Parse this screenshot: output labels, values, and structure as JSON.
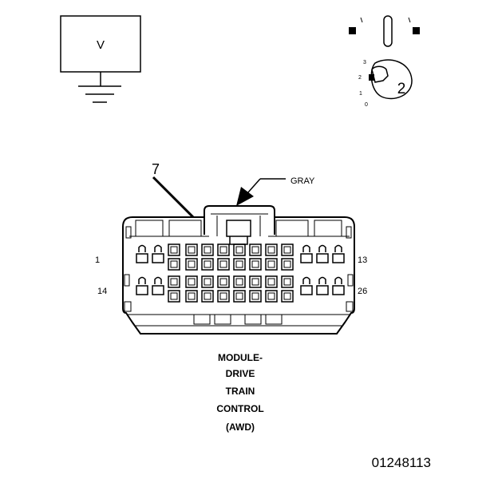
{
  "voltmeter": {
    "label": "V"
  },
  "selector": {
    "positions": [
      "3",
      "2",
      "1",
      "0"
    ],
    "current": "2"
  },
  "callout": {
    "pin_label": "7",
    "color_label": "GRAY"
  },
  "connector": {
    "pin_range_top": {
      "start": "1",
      "end": "13"
    },
    "pin_range_bottom": {
      "start": "14",
      "end": "26"
    },
    "title_lines": [
      "MODULE-",
      "DRIVE",
      "TRAIN",
      "CONTROL",
      "(AWD)"
    ]
  },
  "figure_id": "01248113",
  "colors": {
    "ink": "#000000",
    "paper": "#ffffff"
  }
}
